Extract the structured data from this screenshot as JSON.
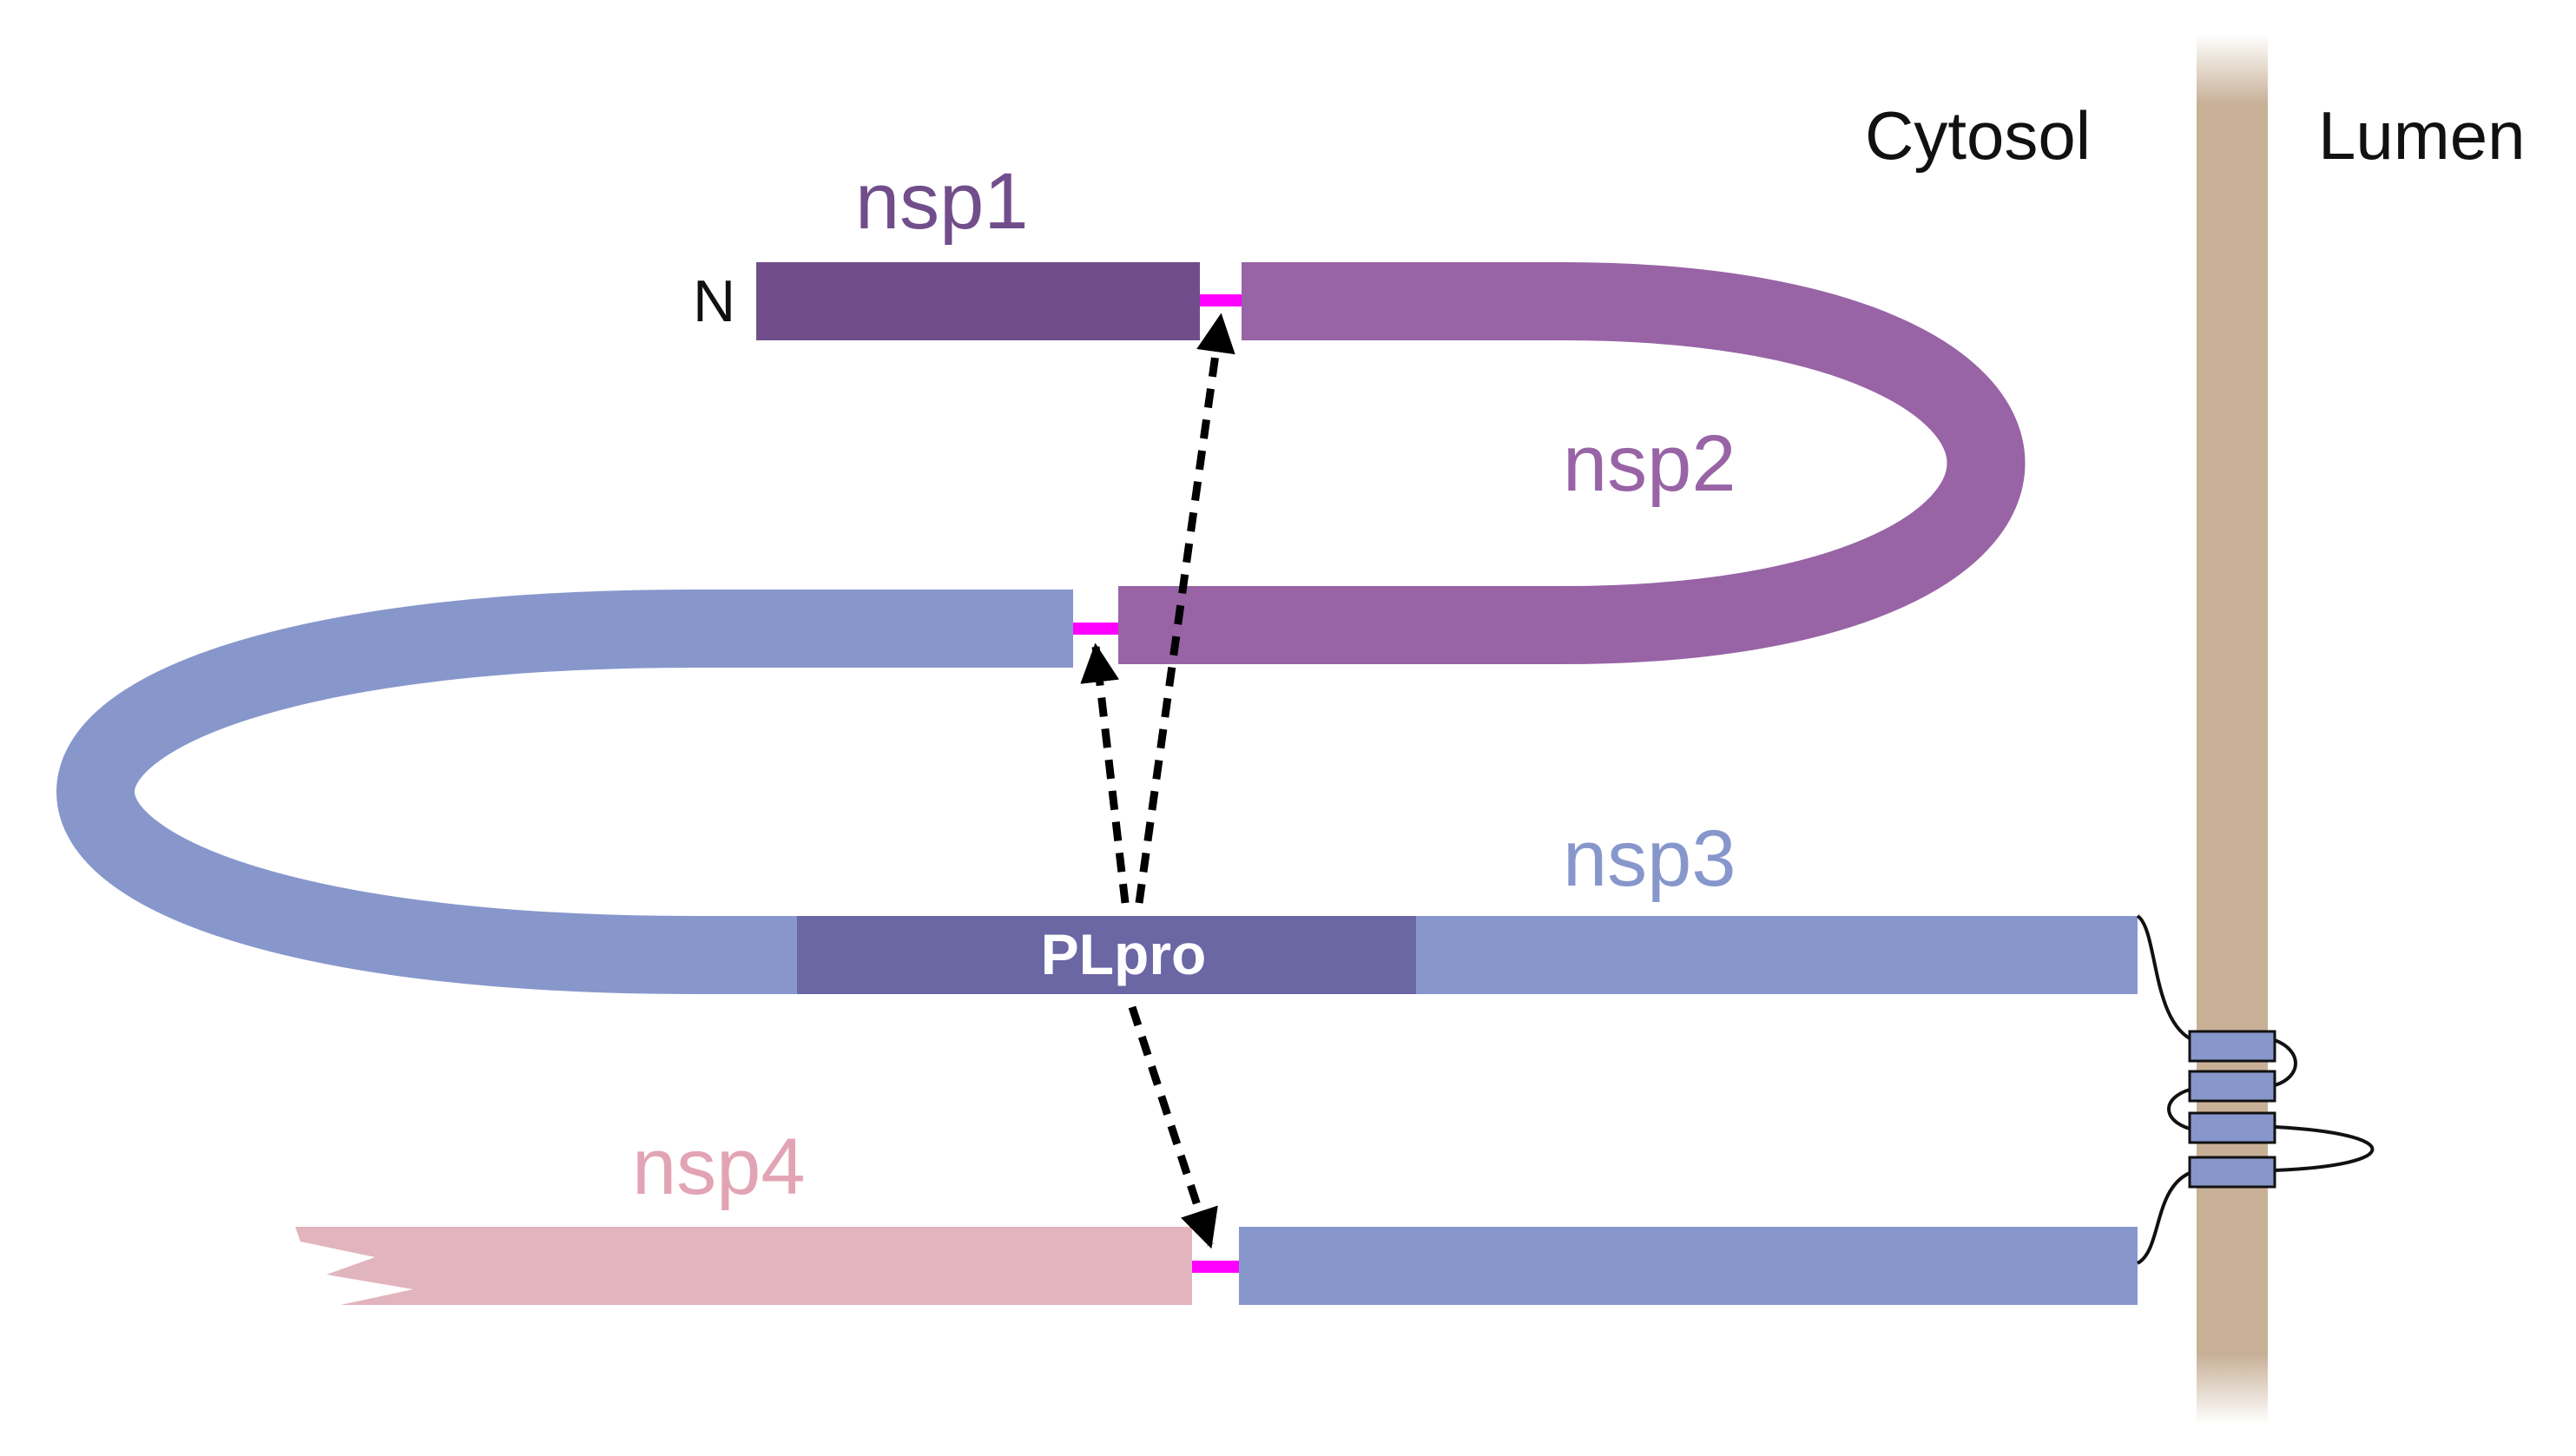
{
  "labels": {
    "cytosol": "Cytosol",
    "lumen": "Lumen",
    "n_terminus": "N",
    "nsp1": "nsp1",
    "nsp2": "nsp2",
    "nsp3": "nsp3",
    "nsp4": "nsp4",
    "plpro": "PLpro"
  },
  "colors": {
    "nsp1": "#714e8b",
    "nsp2": "#9864a6",
    "nsp3": "#8797cc",
    "plpro_domain": "#6b66a4",
    "nsp4": "#e2b4be",
    "cleavage_site": "#ff00ff",
    "membrane": "#c8b097",
    "membrane_helix": "#8797cc",
    "arrow": "#000000"
  }
}
